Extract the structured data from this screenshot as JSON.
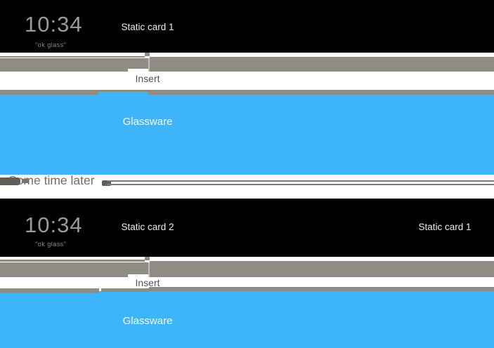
{
  "colors": {
    "glass_blue": "#3eb4fa",
    "timeline_gray": "#8f8c83",
    "card_black": "#000000"
  },
  "state1": {
    "card": {
      "clock": "10:34",
      "hint": "\"ok glass\"",
      "label": "Static card 1"
    },
    "insert_label": "Insert",
    "glassware_label": "Glassware"
  },
  "separator": {
    "label": "Some time later"
  },
  "state2": {
    "card": {
      "clock": "10:34",
      "hint": "\"ok glass\"",
      "label": "Static card 2",
      "label_right": "Static card 1"
    },
    "insert_label": "Insert",
    "glassware_label": "Glassware"
  }
}
